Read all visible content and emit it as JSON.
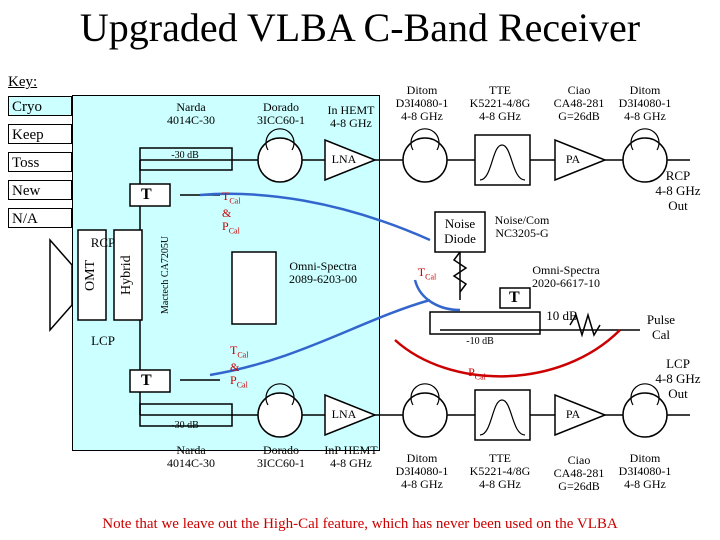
{
  "title": "Upgraded VLBA C-Band Receiver",
  "key": {
    "label": "Key:",
    "items": [
      "Cryo",
      "Keep",
      "Toss",
      "New",
      "N/A"
    ]
  },
  "labels": {
    "narda_top": [
      "Narda",
      "4014C-30"
    ],
    "dorado_top": [
      "Dorado",
      "3ICC60-1"
    ],
    "inhemt_top": [
      "In HEMT",
      "4-8 GHz"
    ],
    "ditom1_top": [
      "Ditom",
      "D3I4080-1",
      "4-8 GHz"
    ],
    "tte_top": [
      "TTE",
      "K5221-4/8G",
      "4-8 GHz"
    ],
    "ciao_top": [
      "Ciao",
      "CA48-281",
      "G=26dB"
    ],
    "ditom2_top": [
      "Ditom",
      "D3I4080-1",
      "4-8 GHz"
    ],
    "coupler_top": "-30 dB",
    "lna_top": "LNA",
    "pa_top": "PA",
    "rcp_out": [
      "RCP",
      "4-8 GHz",
      "Out"
    ],
    "t_top": "T",
    "tcal_top": [
      "T",
      "Cal",
      "&",
      "P",
      "Cal"
    ],
    "noise_diode": [
      "Noise",
      "Diode"
    ],
    "noisecom": [
      "Noise/Com",
      "NC3205-G"
    ],
    "rcp": "RCP",
    "omt": "OMT",
    "hybrid": "Hybrid",
    "mactech": [
      "Mactech",
      "CA7205U"
    ],
    "omni1": [
      "Omni-Spectra",
      "2089-6203-00"
    ],
    "tcal_mid": [
      "T",
      "Cal"
    ],
    "omni2": [
      "Omni-Spectra",
      "2020-6617-10"
    ],
    "t_mid": "T",
    "db10": "10 dB",
    "pulse_cal": [
      "Pulse",
      "Cal"
    ],
    "lcp": "LCP",
    "coupler_mid": "-10 dB",
    "tcal_low": [
      "T",
      "Cal",
      "&",
      "P",
      "Cal"
    ],
    "pcal_red": [
      "P",
      "Cal"
    ],
    "t_low": "T",
    "lcp_out": [
      "LCP",
      "4-8 GHz",
      "Out"
    ],
    "coupler_low": "-30 dB",
    "lna_low": "LNA",
    "pa_low": "PA",
    "narda_low": [
      "Narda",
      "4014C-30"
    ],
    "dorado_low": [
      "Dorado",
      "3ICC60-1"
    ],
    "inphemt_low": [
      "InP HEMT",
      "4-8 GHz"
    ],
    "ditom1_low": [
      "Ditom",
      "D3I4080-1",
      "4-8 GHz"
    ],
    "tte_low": [
      "TTE",
      "K5221-4/8G",
      "4-8 GHz"
    ],
    "ciao_low": [
      "Ciao",
      "CA48-281",
      "G=26dB"
    ],
    "ditom2_low": [
      "Ditom",
      "D3I4080-1",
      "4-8 GHz"
    ]
  },
  "note": "Note that we leave out the High-Cal feature, which has never been used on the VLBA",
  "colors": {
    "cryo": "#ccffff",
    "note": "#cc0000",
    "arrow_blue": "#3366cc",
    "arrow_red": "#cc0000"
  }
}
